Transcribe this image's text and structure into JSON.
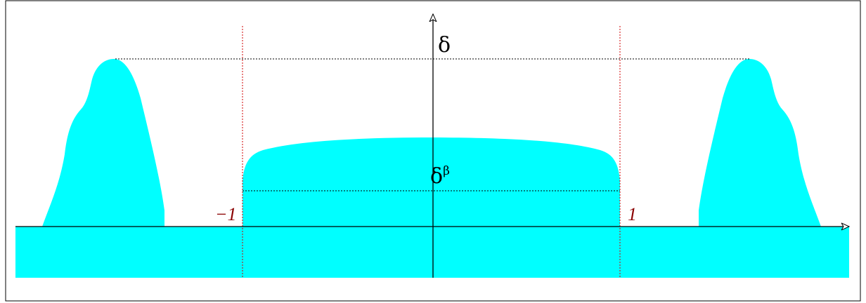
{
  "colors": {
    "region_fill": "#00ffff",
    "axis": "#000000",
    "marker_line": "#d00000",
    "tick_label": "#8b0000",
    "frame": "#000000",
    "dotted_level": "#000000"
  },
  "labels": {
    "y_axis": "δ",
    "level_base": "δ",
    "level_exponent": "β",
    "tick_left": "−1",
    "tick_right": "1"
  }
}
